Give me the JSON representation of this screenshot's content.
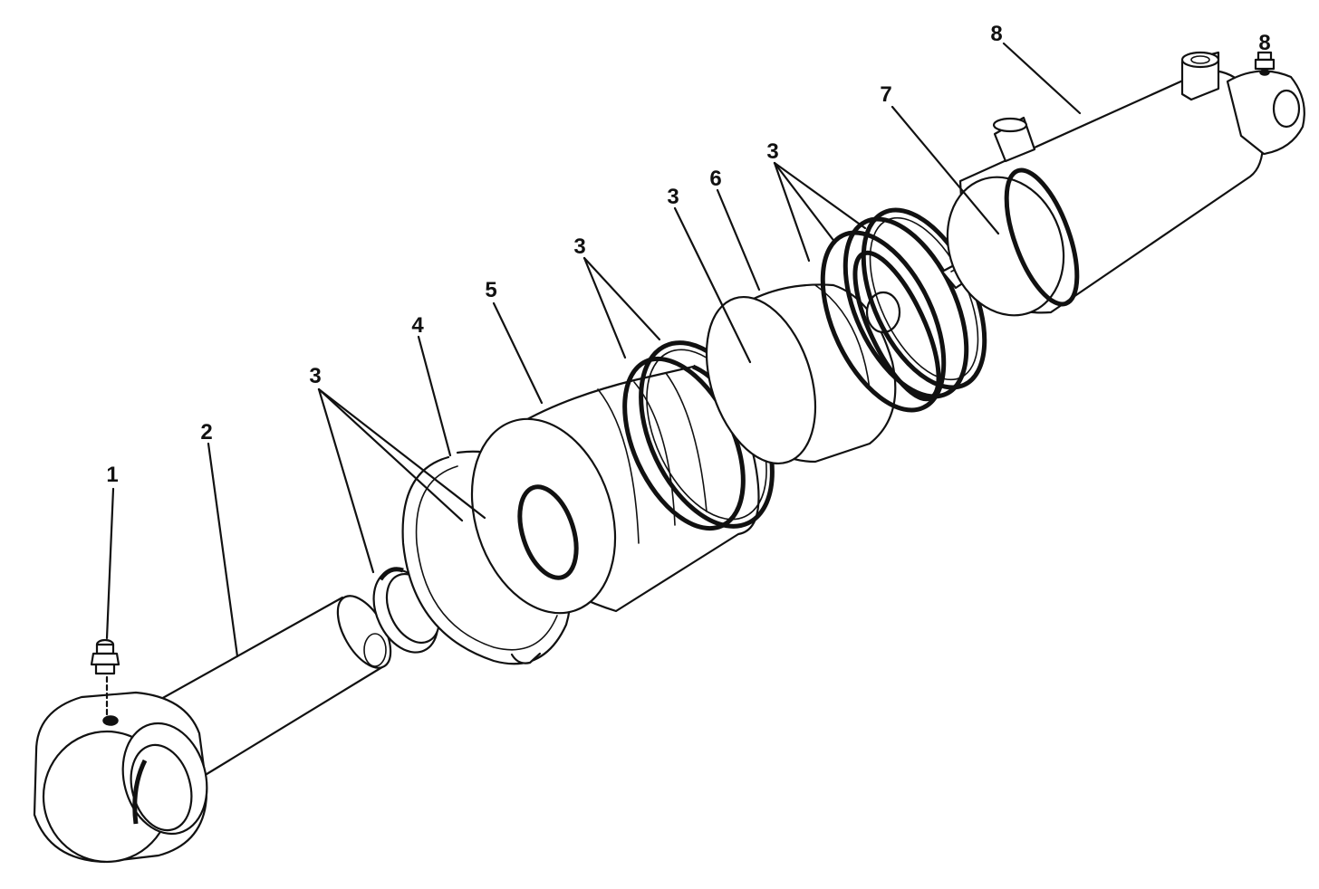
{
  "callouts": {
    "c1": "1",
    "c2": "2",
    "c3a": "3",
    "c3b": "3",
    "c3c": "3",
    "c3d": "3",
    "c4": "4",
    "c5": "5",
    "c6": "6",
    "c7": "7",
    "c8": "8",
    "c9": "8"
  },
  "colors": {
    "ink": "#111111",
    "background": "#ffffff"
  }
}
